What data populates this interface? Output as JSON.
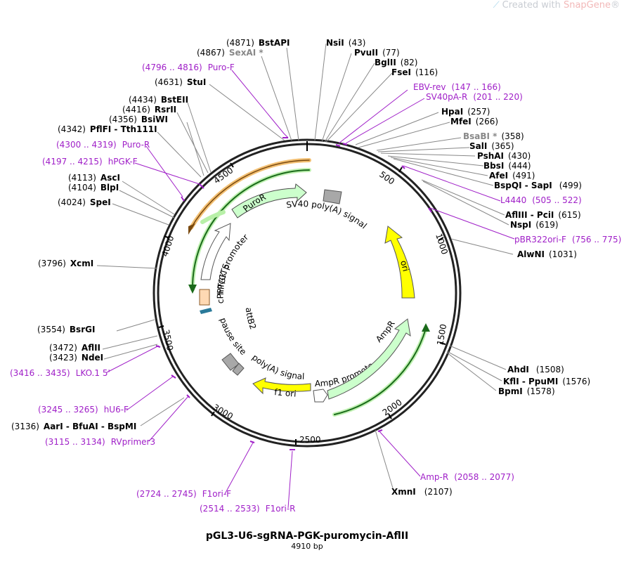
{
  "watermark": {
    "text": "Created with ",
    "brand": "SnapGene",
    "reg": "®"
  },
  "map": {
    "name": "pGL3-U6-sgRNA-PGK-puromycin-AflII",
    "length_label": "4910 bp",
    "length": 4910
  },
  "colors": {
    "primer": "#a020c8",
    "backbone": "#222222",
    "ampr": "#ccffcc",
    "ori": "#ffff00",
    "puror": "#ccffcc",
    "orf": "#2f9e2f",
    "orf_outer": "#f0b050",
    "promoter": "#ffffff",
    "polyA": "#a8a8a8",
    "cppt": "#ffd9b3",
    "att": "#2a7a9a"
  },
  "ticks": [
    "500",
    "1000",
    "1500",
    "2000",
    "2500",
    "3000",
    "3500",
    "4000",
    "4500"
  ],
  "enzymes": [
    {
      "pos": "(4871)",
      "name": "BstAPI",
      "grey": false
    },
    {
      "pos": "(4867)",
      "name": "SexAI *",
      "grey": true
    },
    {
      "pos": "(4631)",
      "name": "StuI",
      "grey": false
    },
    {
      "pos": "(4434)",
      "name": "BstEII",
      "grey": false
    },
    {
      "pos": "(4416)",
      "name": "RsrII",
      "grey": false
    },
    {
      "pos": "(4356)",
      "name": "BsiWI",
      "grey": false
    },
    {
      "pos": "(4342)",
      "name": "PflFI - Tth111I",
      "grey": false
    },
    {
      "pos": "(4113)",
      "name": "AscI",
      "grey": false
    },
    {
      "pos": "(4104)",
      "name": "BlpI",
      "grey": false
    },
    {
      "pos": "(4024)",
      "name": "SpeI",
      "grey": false
    },
    {
      "pos": "(3796)",
      "name": "XcmI",
      "grey": false
    },
    {
      "pos": "(3554)",
      "name": "BsrGI",
      "grey": false
    },
    {
      "pos": "(3472)",
      "name": "AflII",
      "grey": false
    },
    {
      "pos": "(3423)",
      "name": "NdeI",
      "grey": false
    },
    {
      "pos": "(3136)",
      "name": "AarI - BfuAI - BspMI",
      "grey": false
    },
    {
      "pos": "(43)",
      "name": "NsiI",
      "grey": false
    },
    {
      "pos": "(77)",
      "name": "PvuII",
      "grey": false
    },
    {
      "pos": "(82)",
      "name": "BglII",
      "grey": false
    },
    {
      "pos": "(116)",
      "name": "FseI",
      "grey": false
    },
    {
      "pos": "(257)",
      "name": "HpaI",
      "grey": false
    },
    {
      "pos": "(266)",
      "name": "MfeI",
      "grey": false
    },
    {
      "pos": "(358)",
      "name": "BsaBI *",
      "grey": true
    },
    {
      "pos": "(365)",
      "name": "SalI",
      "grey": false
    },
    {
      "pos": "(430)",
      "name": "PshAI",
      "grey": false
    },
    {
      "pos": "(444)",
      "name": "BbsI",
      "grey": false
    },
    {
      "pos": "(491)",
      "name": "AfeI",
      "grey": false
    },
    {
      "pos": "(499)",
      "name": "BspQI - SapI",
      "grey": false
    },
    {
      "pos": "(615)",
      "name": "AflIII - PciI",
      "grey": false
    },
    {
      "pos": "(619)",
      "name": "NspI",
      "grey": false
    },
    {
      "pos": "(1031)",
      "name": "AlwNI",
      "grey": false
    },
    {
      "pos": "(1508)",
      "name": "AhdI",
      "grey": false
    },
    {
      "pos": "(1576)",
      "name": "KflI - PpuMI",
      "grey": false
    },
    {
      "pos": "(1578)",
      "name": "BpmI",
      "grey": false
    },
    {
      "pos": "(2107)",
      "name": "XmnI",
      "grey": false
    }
  ],
  "primers": [
    {
      "name": "Puro-F",
      "range": "(4796 .. 4816)"
    },
    {
      "name": "Puro-R",
      "range": "(4300 .. 4319)"
    },
    {
      "name": "hPGK-F",
      "range": "(4197 .. 4215)"
    },
    {
      "name": "LKO.1 5'",
      "range": "(3416 .. 3435)"
    },
    {
      "name": "hU6-F",
      "range": "(3245 .. 3265)"
    },
    {
      "name": "RVprimer3",
      "range": "(3115 .. 3134)"
    },
    {
      "name": "F1ori-F",
      "range": "(2724 .. 2745)"
    },
    {
      "name": "F1ori-R",
      "range": "(2514 .. 2533)"
    },
    {
      "name": "EBV-rev",
      "range": "(147 .. 166)"
    },
    {
      "name": "SV40pA-R",
      "range": "(201 .. 220)"
    },
    {
      "name": "L4440",
      "range": "(505 .. 522)"
    },
    {
      "name": "pBR322ori-F",
      "range": "(756 .. 775)"
    },
    {
      "name": "Amp-R",
      "range": "(2058 .. 2077)"
    }
  ],
  "features": {
    "sv40": "SV40 poly(A) signal",
    "puror": "PuroR",
    "hpgk": "hPGK promoter",
    "cppt": "cPPT/CTS",
    "attb2": "attB2",
    "pause": "pause site",
    "polya": "poly(A) signal",
    "f1": "f1 ori",
    "amp_prom": "AmpR promoter",
    "ampr": "AmpR",
    "ori": "ori"
  }
}
